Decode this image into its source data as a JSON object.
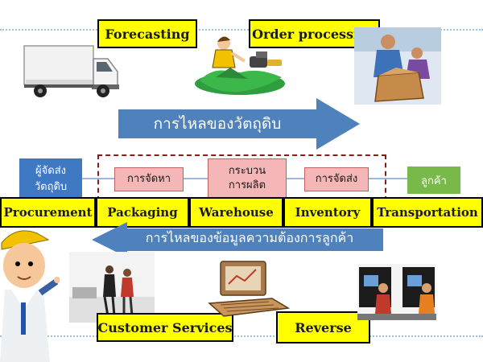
{
  "top_labels": {
    "forecasting": "Forecasting",
    "order_processing": "Order processing"
  },
  "material_flow": "การไหลของวัตถุดิบ",
  "demand_flow": "การไหลของข้อมูลความต้องการลูกค้า",
  "nodes": {
    "supplier_line1": "ผู้จัดส่ง",
    "supplier_line2": "วัตถุดิบ",
    "procure": "การจัดหา",
    "production_line1": "กระบวน",
    "production_line2": "การผลิต",
    "delivery": "การจัดส่ง",
    "customer": "ลูกค้า"
  },
  "bar_items": [
    "Procurement",
    "Packaging",
    "Warehouse",
    "Inventory",
    "Transportation"
  ],
  "bottom_labels": {
    "customer_services": "Customer  Services",
    "reverse": "Reverse"
  },
  "colors": {
    "label_bg": "#ffff00",
    "arrow": "#4f81bd",
    "pink_box": "#f4b6b6",
    "blue_box": "#3f78c3",
    "green_box": "#79b94a",
    "dashed_border": "#8b1a1a"
  }
}
